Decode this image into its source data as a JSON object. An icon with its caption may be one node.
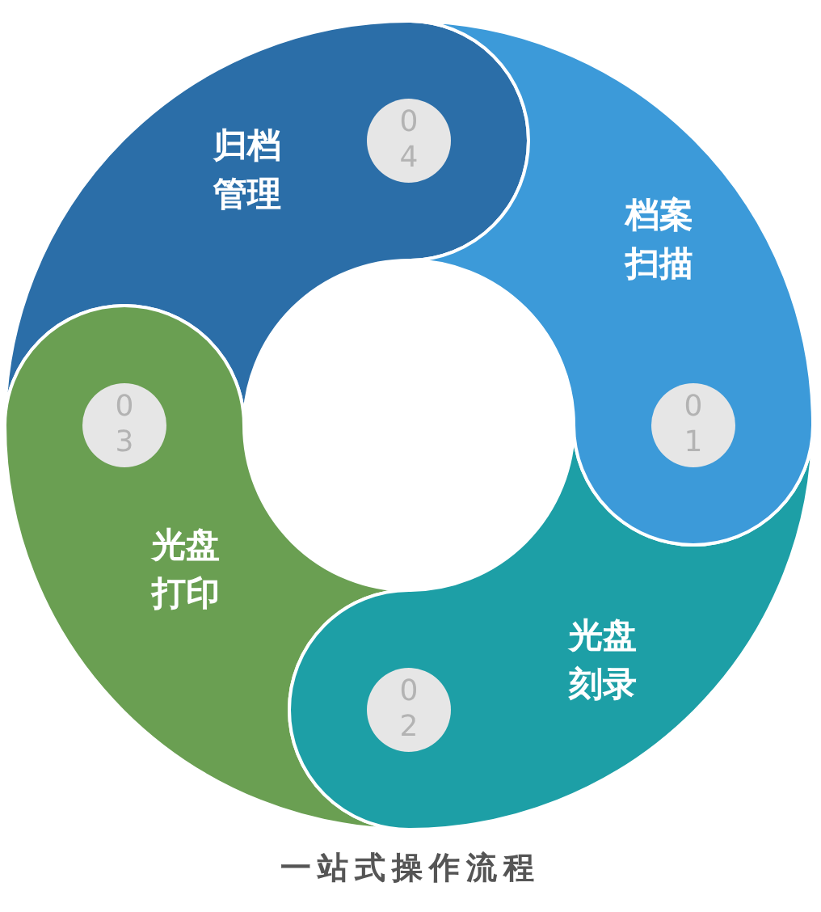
{
  "diagram": {
    "caption": "一站式操作流程",
    "nodes": [
      {
        "text": [
          "档案扫描"
        ]
      },
      {
        "text": [
          "光盘刻录"
        ]
      },
      {
        "text": [
          "光盘打印"
        ]
      },
      {
        "text": [
          "归档管理"
        ]
      },
      {
        "text": [
          "01"
        ],
        "in": 0
      },
      {
        "text": [
          "02"
        ],
        "in": 1
      },
      {
        "text": [
          "03"
        ],
        "in": 2
      },
      {
        "text": [
          "04"
        ],
        "in": 3
      }
    ],
    "edges": []
  }
}
